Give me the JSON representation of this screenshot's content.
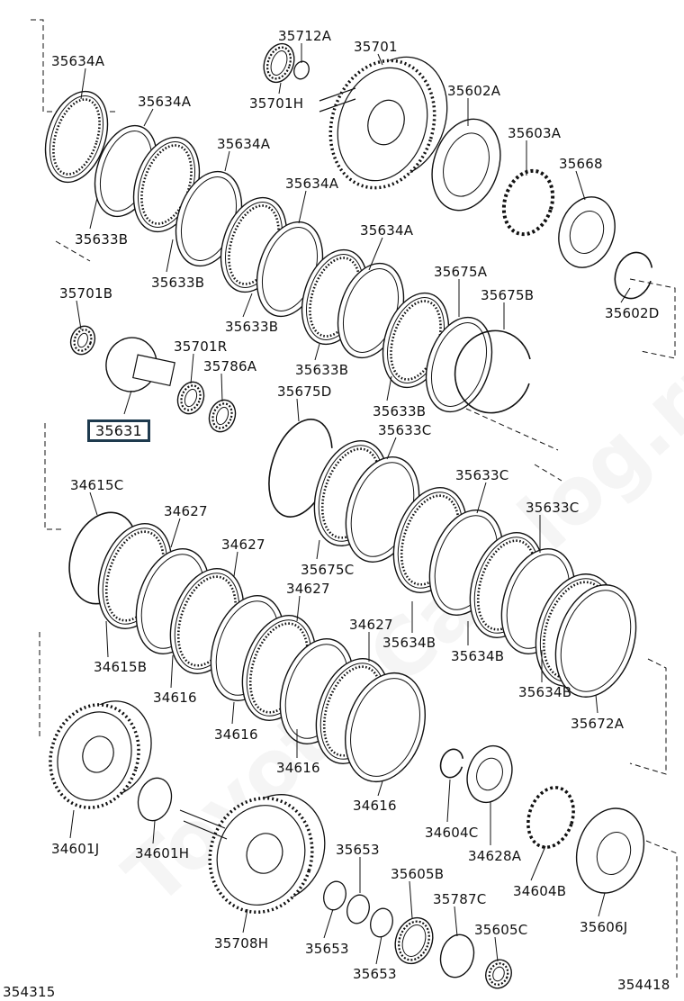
{
  "diagram": {
    "watermark": "Toyota-Catalog.ru",
    "line_color": "#111111",
    "highlight_color": "#1e3a4e",
    "drawing_numbers": {
      "left": "354315",
      "right": "354418"
    },
    "labels": [
      {
        "id": "p1",
        "text": "35634A"
      },
      {
        "id": "p2",
        "text": "35712A"
      },
      {
        "id": "p3",
        "text": "35701"
      },
      {
        "id": "p4",
        "text": "35634A"
      },
      {
        "id": "p5",
        "text": "35701H"
      },
      {
        "id": "p6",
        "text": "35602A"
      },
      {
        "id": "p7",
        "text": "35634A"
      },
      {
        "id": "p8",
        "text": "35603A"
      },
      {
        "id": "p9",
        "text": "35668"
      },
      {
        "id": "p10",
        "text": "35634A"
      },
      {
        "id": "p11",
        "text": "35633B"
      },
      {
        "id": "p12",
        "text": "35634A"
      },
      {
        "id": "p13",
        "text": "35633B"
      },
      {
        "id": "p14",
        "text": "35675A"
      },
      {
        "id": "p15",
        "text": "35701B"
      },
      {
        "id": "p16",
        "text": "35675B"
      },
      {
        "id": "p17",
        "text": "35602D"
      },
      {
        "id": "p18",
        "text": "35633B"
      },
      {
        "id": "p19",
        "text": "35701R"
      },
      {
        "id": "p20",
        "text": "35786A"
      },
      {
        "id": "p21",
        "text": "35633B"
      },
      {
        "id": "p22",
        "text": "35675D"
      },
      {
        "id": "p23",
        "text": "35633B"
      },
      {
        "id": "p24",
        "text": "35631",
        "highlight": true
      },
      {
        "id": "p25",
        "text": "35633C"
      },
      {
        "id": "p26",
        "text": "35633C"
      },
      {
        "id": "p27",
        "text": "34615C"
      },
      {
        "id": "p28",
        "text": "34627"
      },
      {
        "id": "p29",
        "text": "35633C"
      },
      {
        "id": "p30",
        "text": "34627"
      },
      {
        "id": "p31",
        "text": "35675C"
      },
      {
        "id": "p32",
        "text": "34627"
      },
      {
        "id": "p33",
        "text": "34627"
      },
      {
        "id": "p34",
        "text": "35634B"
      },
      {
        "id": "p35",
        "text": "35634B"
      },
      {
        "id": "p36",
        "text": "34615B"
      },
      {
        "id": "p37",
        "text": "35634B"
      },
      {
        "id": "p38",
        "text": "34616"
      },
      {
        "id": "p39",
        "text": "35672A"
      },
      {
        "id": "p40",
        "text": "34616"
      },
      {
        "id": "p41",
        "text": "34616"
      },
      {
        "id": "p42",
        "text": "34616"
      },
      {
        "id": "p43",
        "text": "34604C"
      },
      {
        "id": "p44",
        "text": "34628A"
      },
      {
        "id": "p45",
        "text": "34601J"
      },
      {
        "id": "p46",
        "text": "34601H"
      },
      {
        "id": "p47",
        "text": "35653"
      },
      {
        "id": "p48",
        "text": "35605B"
      },
      {
        "id": "p49",
        "text": "34604B"
      },
      {
        "id": "p50",
        "text": "35787C"
      },
      {
        "id": "p51",
        "text": "35606J"
      },
      {
        "id": "p52",
        "text": "35653"
      },
      {
        "id": "p53",
        "text": "35605C"
      },
      {
        "id": "p54",
        "text": "35708H"
      },
      {
        "id": "p55",
        "text": "35653"
      }
    ]
  }
}
